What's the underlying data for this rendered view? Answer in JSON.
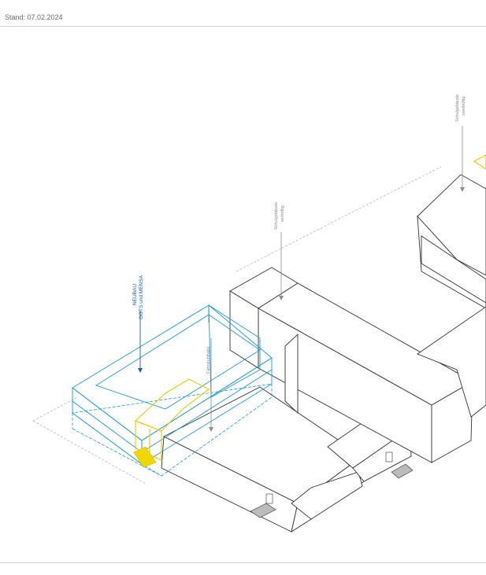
{
  "header": {
    "stand": "Stand: 07.02.2024"
  },
  "labels": {
    "neubau_line1": "NEUBAU",
    "neubau_line2": "OGTS und MENSA",
    "schul1_line1": "Schulgebäude",
    "schul1_line2": "einhüftig",
    "schul2_line1": "Schulgebäude",
    "schul2_line2": "zweihüftig",
    "fahrstuhl": "Fahrstuhlhalle"
  },
  "colors": {
    "neubau": "#1a9ad6",
    "highlight": "#f2d600",
    "existing": "#333333",
    "label_blue": "#1a5cb0",
    "label_grey": "#8a8a8a"
  }
}
